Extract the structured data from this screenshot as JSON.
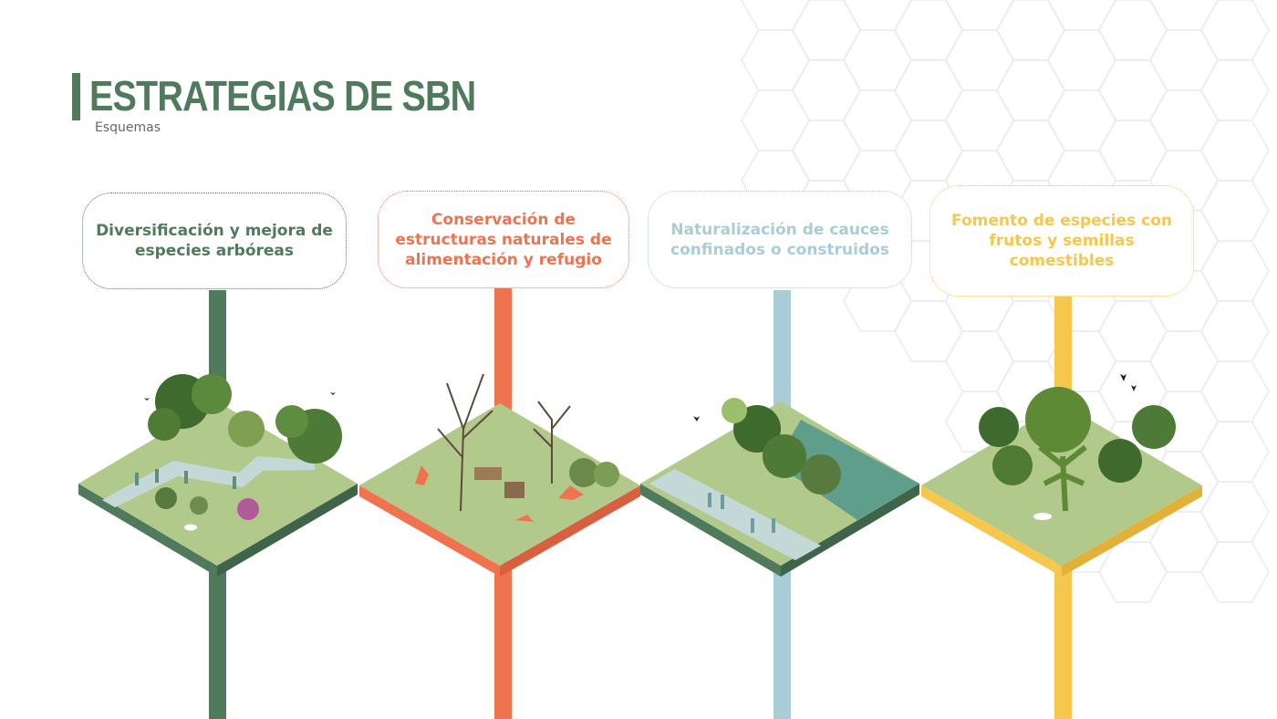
{
  "header": {
    "title": "ESTRATEGIAS DE SBN",
    "subtitle": "Esquemas"
  },
  "strategies": [
    {
      "label": "Diversificación y mejora de especies arbóreas",
      "color": "#4f7b5c"
    },
    {
      "label": "Conservación de estructuras naturales de alimentación y refugio",
      "color": "#f07350"
    },
    {
      "label": "Naturalización de cauces confinados o construidos",
      "color": "#a9cdd7"
    },
    {
      "label": "Fomento de especies con frutos y semillas comestibles",
      "color": "#f5c74c"
    }
  ],
  "colors": {
    "grass": "#b2c98c",
    "path": "#c5d8d8",
    "water": "#5f9e8a",
    "tree": "#3f6a2e",
    "hexagon": "#ececec"
  }
}
